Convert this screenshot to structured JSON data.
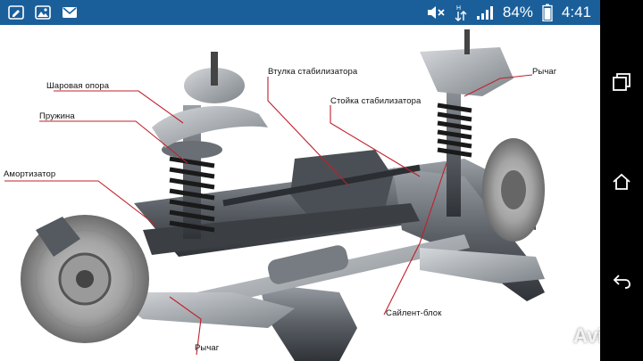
{
  "status_bar": {
    "battery_percent": "84%",
    "time": "4:41",
    "icons": [
      "mute-icon",
      "data-transfer-icon",
      "signal-icon",
      "battery-icon",
      "pencil-icon",
      "image-icon",
      "mail-icon"
    ]
  },
  "diagram": {
    "labels": {
      "ball_joint": "Шаровая опора",
      "spring": "Пружина",
      "shock_absorber": "Амортизатор",
      "stabilizer_bushing": "Втулка стабилизатора",
      "stabilizer_link": "Стойка стабилизатора",
      "lever_top": "Рычаг",
      "silent_block": "Сайлент-блок",
      "lever_bottom": "Рычаг"
    }
  },
  "watermark": {
    "text": "Avito"
  },
  "nav_bar": {
    "icons": [
      "recent-apps-icon",
      "home-icon",
      "back-icon"
    ]
  },
  "colors": {
    "status_bar": "#1a5f9a",
    "nav_bar": "#000000",
    "callout_line": "#c0202a"
  }
}
